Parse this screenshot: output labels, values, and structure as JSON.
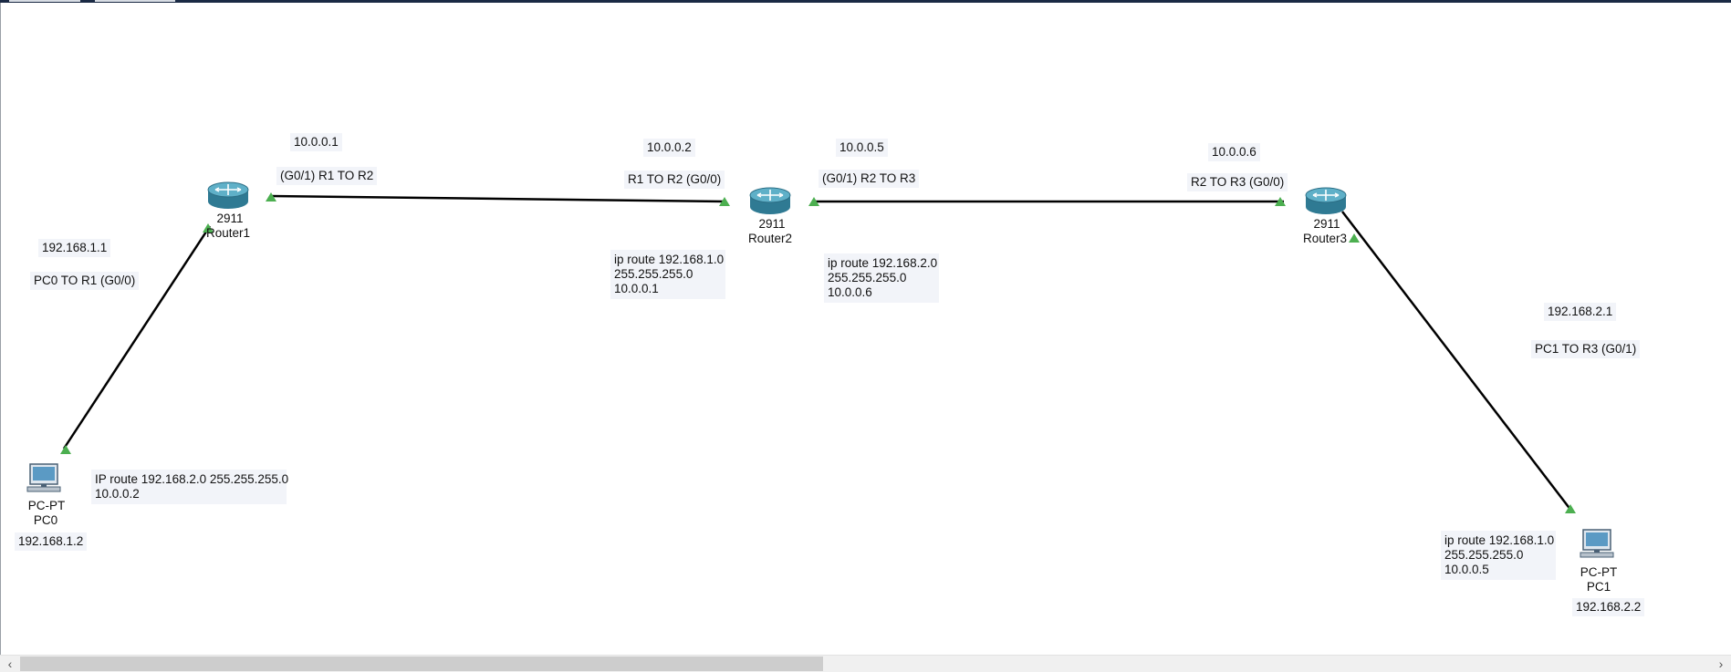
{
  "network": {
    "links": {
      "r1_r2": {
        "r1_ip": "10.0.0.1",
        "r1_if": "(G0/1) R1 TO R2",
        "r2_ip": "10.0.0.2",
        "r2_if": "R1 TO R2 (G0/0)"
      },
      "r2_r3": {
        "r2_ip": "10.0.0.5",
        "r2_if": "(G0/1) R2 TO R3",
        "r3_ip": "10.0.0.6",
        "r3_if": "R2 TO R3 (G0/0)"
      },
      "pc0_r1": {
        "ip": "192.168.1.1",
        "if": "PC0 TO R1 (G0/0)"
      },
      "pc1_r3": {
        "ip": "192.168.2.1",
        "if": "PC1 TO R3 (G0/1)"
      }
    },
    "devices": {
      "router1": {
        "model": "2911",
        "name": "Router1"
      },
      "router2": {
        "model": "2911",
        "name": "Router2"
      },
      "router3": {
        "model": "2911",
        "name": "Router3"
      },
      "pc0": {
        "model": "PC-PT",
        "name": "PC0",
        "ip": "192.168.1.2"
      },
      "pc1": {
        "model": "PC-PT",
        "name": "PC1",
        "ip": "192.168.2.2"
      }
    },
    "routes": {
      "pc0_note": {
        "line1": "IP route 192.168.2.0 255.255.255.0",
        "line2": "10.0.0.2"
      },
      "router2_left": {
        "line1": "ip route 192.168.1.0",
        "line2": "255.255.255.0",
        "line3": "10.0.0.1"
      },
      "router2_right": {
        "line1": "ip route 192.168.2.0",
        "line2": "255.255.255.0",
        "line3": "10.0.0.6"
      },
      "pc1_note": {
        "line1": "ip route 192.168.1.0",
        "line2": "255.255.255.0",
        "line3": "10.0.0.5"
      }
    }
  },
  "scrollbar": {
    "left_arrow": "‹",
    "right_arrow": "›",
    "position_fraction": 0.0
  },
  "colors": {
    "link": "#000000",
    "port_up": "#4caf50",
    "router_body": "#3e8ea8",
    "topbar": "#1a2a44"
  }
}
